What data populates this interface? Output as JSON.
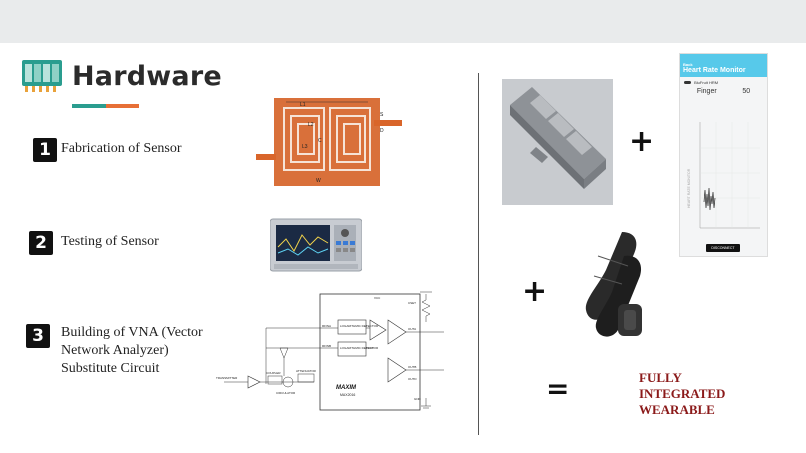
{
  "header": {
    "title": "Hardware"
  },
  "steps": [
    {
      "number": "1",
      "label": "Fabrication of Sensor"
    },
    {
      "number": "2",
      "label": "Testing of Sensor"
    },
    {
      "number": "3",
      "label_lines": [
        "Building of VNA (Vector",
        "Network Analyzer)",
        "Substitute Circuit"
      ]
    }
  ],
  "operators": {
    "plus": "+",
    "equals": "="
  },
  "result": {
    "lines": [
      "FULLY",
      "INTEGRATED",
      "WEARABLE"
    ]
  },
  "phone_app": {
    "title": "Heart Rate Monitor",
    "back": "Back",
    "device": "BluFruit HRM",
    "sensor_label": "Finger",
    "bpm_value": "50",
    "chart_axis_label": "HEART RATE MONITOR",
    "disconnect": "DISCONNECT"
  },
  "circuit": {
    "chip_brand": "MAXIM",
    "chip_part": "MAX2016",
    "labels": [
      "TRANSMITTER",
      "COUPLER",
      "CIRCULATOR",
      "ATTENUATOR",
      "LOGARITHMIC DETECTOR",
      "LOGARITHMIC DETECTOR",
      "RFINA",
      "RFINB",
      "VCC",
      "OUTA",
      "OUTB",
      "OUTD",
      "CSET",
      "GND"
    ]
  },
  "sensor_labels": [
    "L1",
    "L2",
    "L3",
    "W",
    "C",
    "S",
    "D"
  ]
}
